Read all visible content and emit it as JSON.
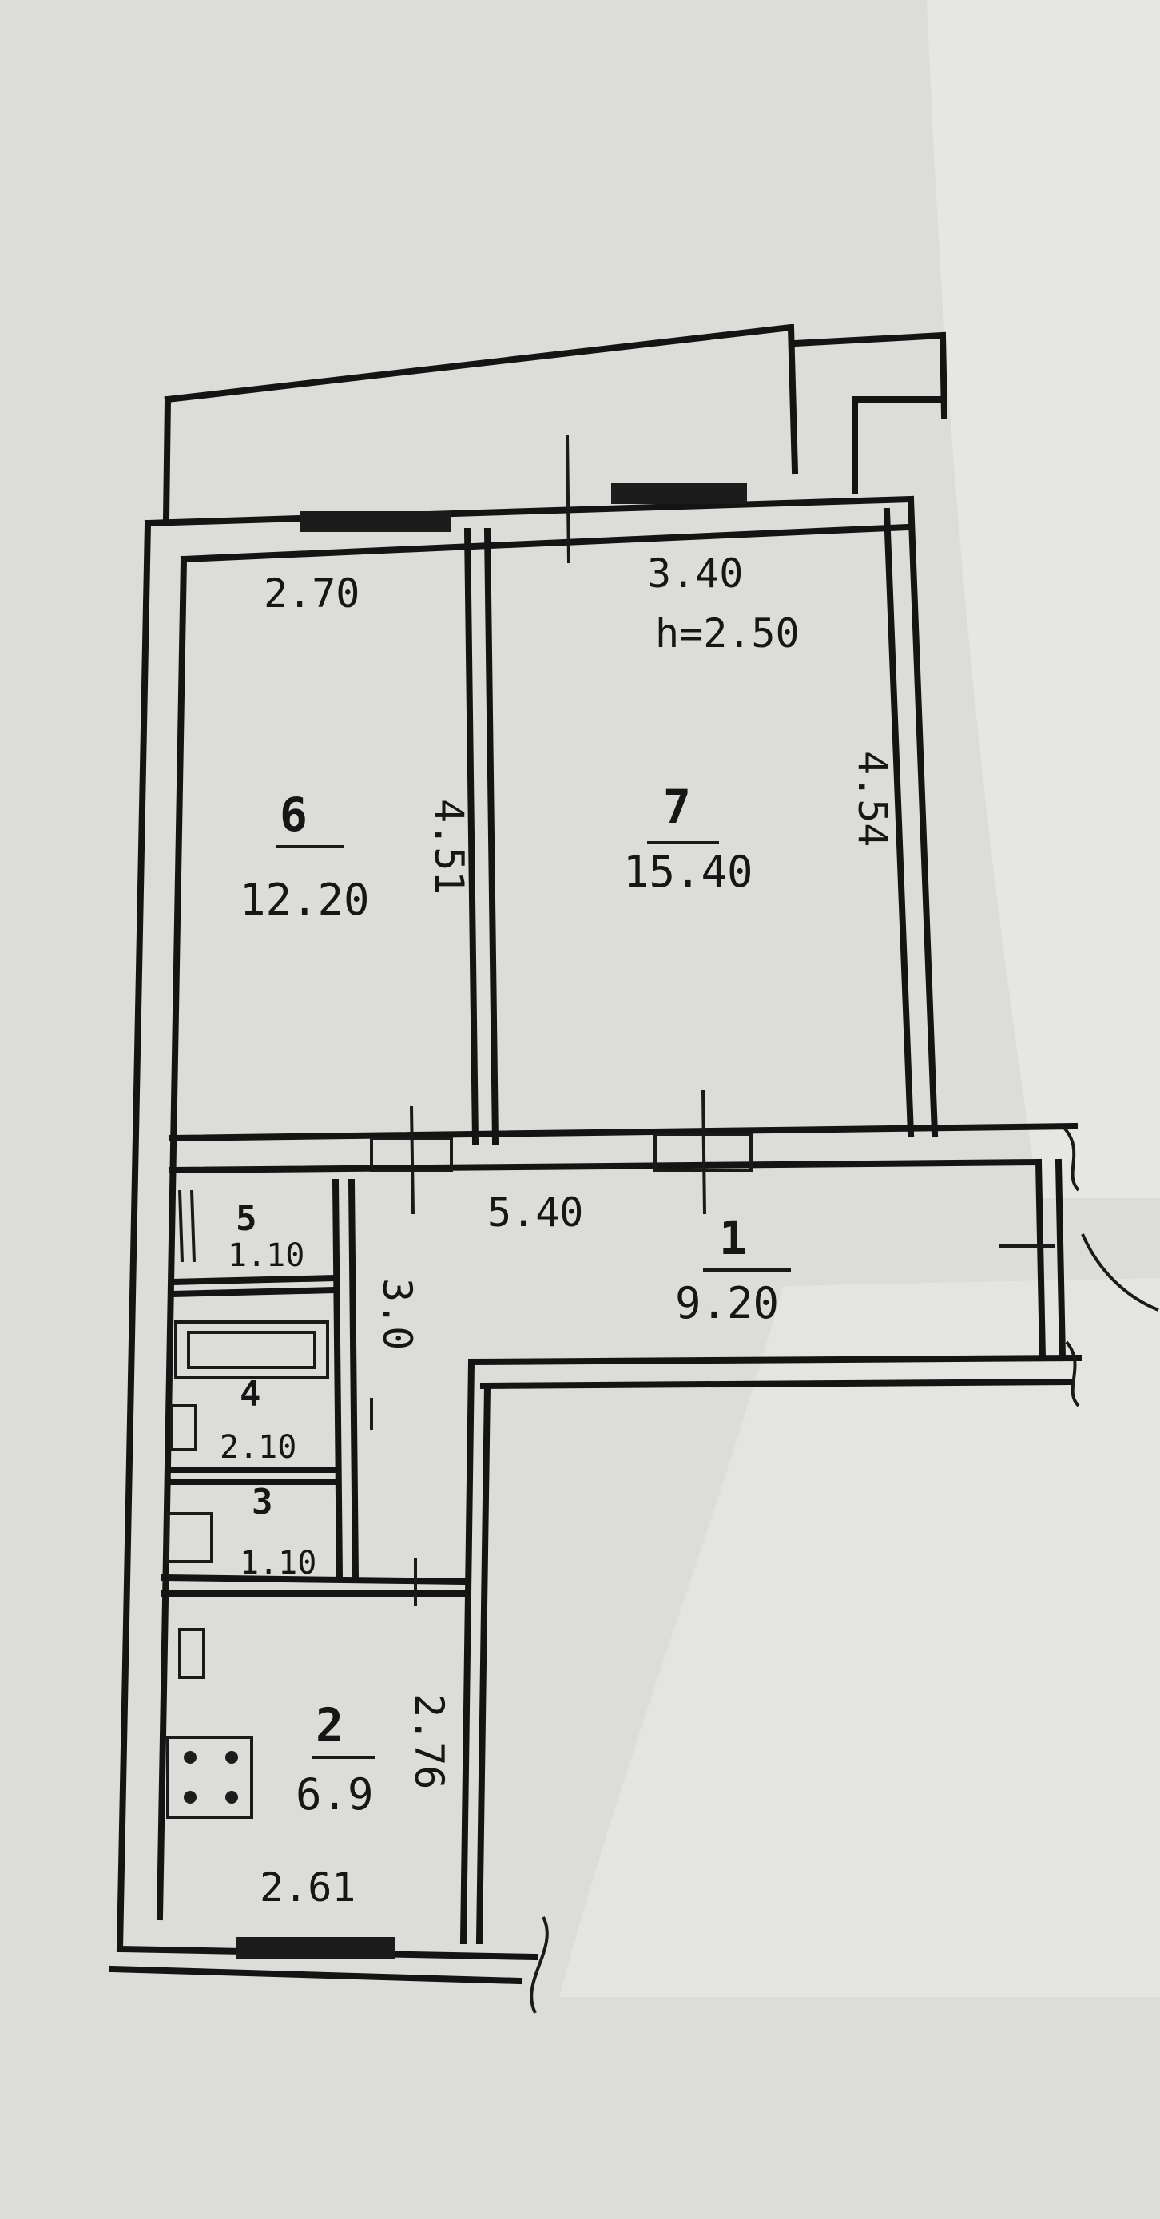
{
  "plan": {
    "ceiling_height": "h=2.50",
    "rooms": [
      {
        "number": "6",
        "area": "12.20"
      },
      {
        "number": "7",
        "area": "15.40"
      },
      {
        "number": "1",
        "area": "9.20"
      },
      {
        "number": "5",
        "area": "1.10"
      },
      {
        "number": "4",
        "area": "2.10"
      },
      {
        "number": "3",
        "area": "1.10"
      },
      {
        "number": "2",
        "area": "6.9"
      }
    ],
    "dimensions": {
      "room6_width": "2.70",
      "room7_width": "3.40",
      "room6_length": "4.51",
      "room7_length": "4.54",
      "hall_length": "5.40",
      "corridor_length": "3.0",
      "kitchen_length": "2.76",
      "kitchen_width": "2.61"
    }
  },
  "colors": {
    "paper": "#dcdcd8",
    "ink": "#141414"
  }
}
